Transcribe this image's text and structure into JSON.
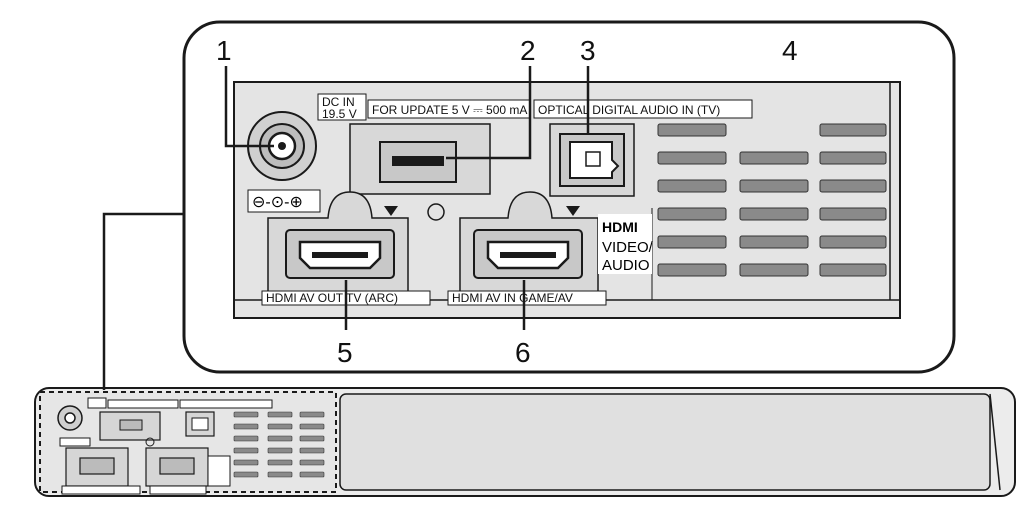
{
  "callouts": [
    {
      "num": "1",
      "name": "dc-in-terminal"
    },
    {
      "num": "2",
      "name": "usb-update-port"
    },
    {
      "num": "3",
      "name": "optical-input"
    },
    {
      "num": "4",
      "name": "vents"
    },
    {
      "num": "5",
      "name": "hdmi-out-tv-arc"
    },
    {
      "num": "6",
      "name": "hdmi-in-game-av"
    }
  ],
  "labels": {
    "dc_in_line1": "DC IN",
    "dc_in_line2": "19.5 V",
    "for_update": "FOR UPDATE  5 V ⎓ 500 mA",
    "optical": "OPTICAL DIGITAL AUDIO IN (TV)",
    "hdmi_logo": "HDMI",
    "video_audio_line1": "VIDEO/",
    "video_audio_line2": "AUDIO",
    "hdmi_out": "HDMI AV OUT TV (ARC)",
    "hdmi_in": "HDMI AV IN GAME/AV",
    "polarity": "⊖-⊙-⊕"
  },
  "colors": {
    "panel_bg": "#e4e4e4",
    "port_fill": "#cfcfcf",
    "vent_fill": "#8a8a8a",
    "stroke": "#1a1a1a"
  }
}
